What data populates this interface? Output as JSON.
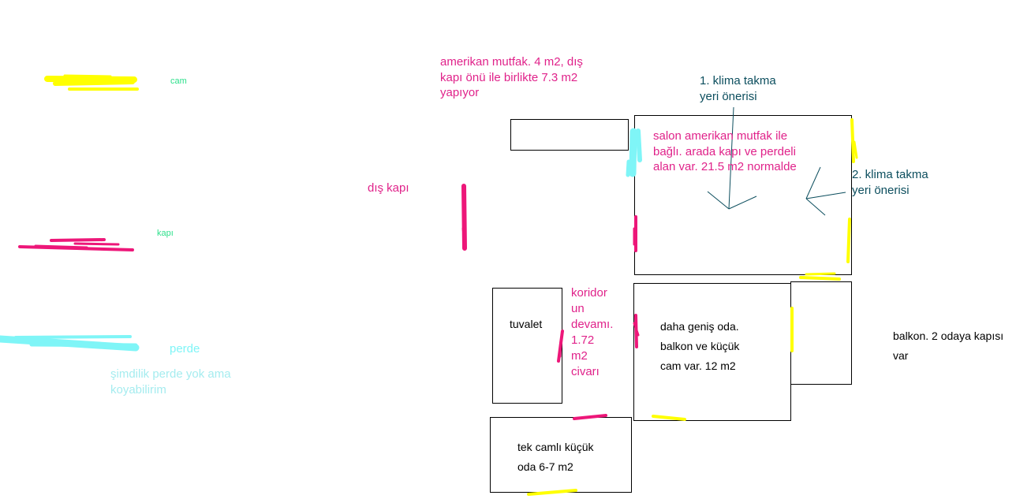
{
  "legend": {
    "cam": "cam",
    "kapi": "kapı",
    "perde": "perde",
    "perde_note_1": "şimdilik perde yok ama",
    "perde_note_2": "koyabilirim"
  },
  "labels": {
    "mutfak_1": "amerikan mutfak. 4 m2, dış",
    "mutfak_2": "kapı önü ile birlikte 7.3 m2",
    "mutfak_3": "yapıyor",
    "dis_kapi": "dış kapı",
    "klima1_1": "1. klima takma",
    "klima1_2": "yeri önerisi",
    "klima2_1": "2. klima takma",
    "klima2_2": "yeri önerisi",
    "salon_1": "salon amerikan mutfak ile",
    "salon_2": "bağlı. arada kapı ve perdeli",
    "salon_3": "alan var. 21.5 m2 normalde",
    "tuvalet": "tuvalet",
    "koridor_1": "koridor",
    "koridor_2": "un",
    "koridor_3": "devamı.",
    "koridor_4": "1.72",
    "koridor_5": "m2",
    "koridor_6": "civarı",
    "genis_1": "daha geniş oda.",
    "genis_2": "balkon ve küçük",
    "genis_3": "cam var. 12 m2",
    "balkon_1": "balkon. 2 odaya kapısı",
    "balkon_2": "var",
    "kucuk_1": "tek camlı küçük",
    "kucuk_2": "oda 6-7 m2"
  },
  "colors": {
    "cam": "#ffff00",
    "kapi": "#ed1779",
    "perde": "#7ff5f7",
    "note": "#a5ecef",
    "legend_text": "#2ee08c",
    "pink_text": "#e0228a",
    "teal_text": "#0c4e5e",
    "black": "#000000"
  }
}
